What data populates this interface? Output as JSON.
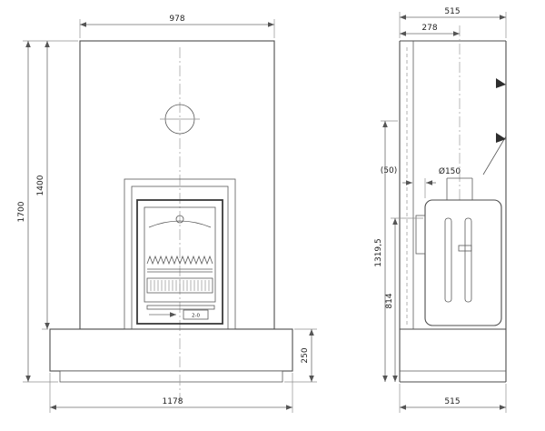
{
  "drawing": {
    "front_view": {
      "width_top": "978",
      "height_total": "1700",
      "height_body": "1400",
      "base_height": "250",
      "width_base": "1178",
      "door_plate": "2-0"
    },
    "side_view": {
      "depth_top": "515",
      "flue_offset": "278",
      "clearance": "(50)",
      "flue_diameter": "Ø150",
      "height_flue": "1319,5",
      "height_outlet": "814",
      "depth_base": "515"
    }
  }
}
